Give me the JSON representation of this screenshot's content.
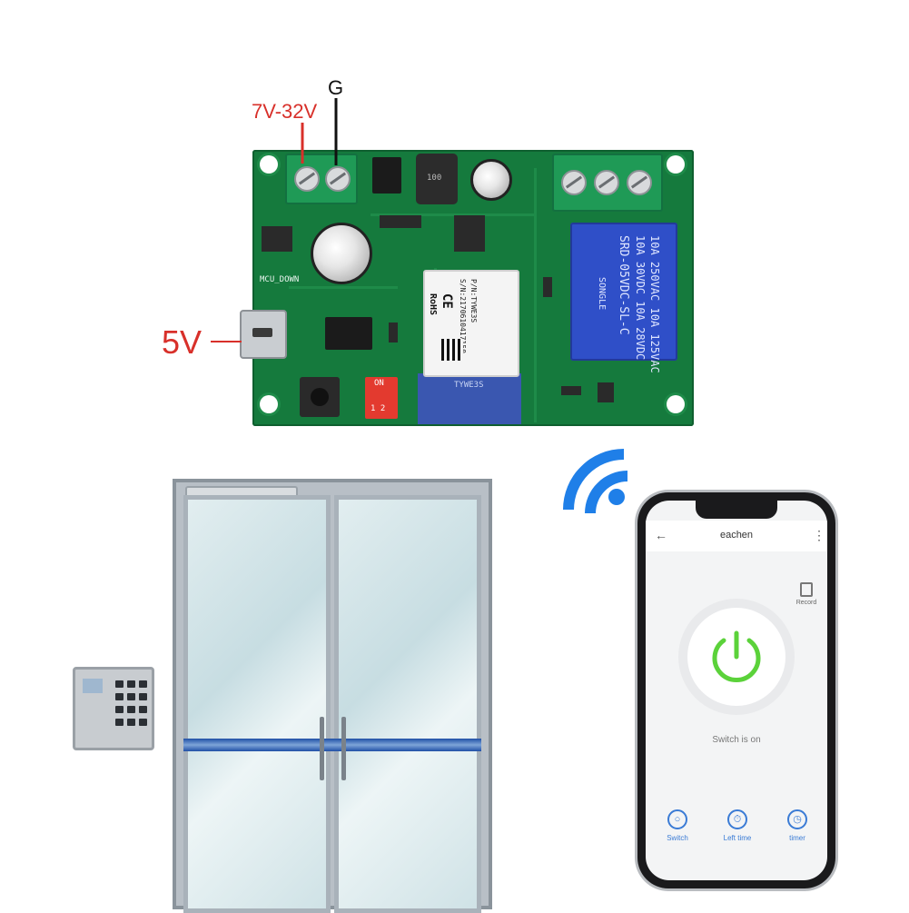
{
  "labels": {
    "input_voltage": "7V-32V",
    "ground": "G",
    "usb_voltage": "5V"
  },
  "pcb_silkscreen": {
    "mcu_down": "MCU_DOWN",
    "module_pn": "P/N:TYWE3S",
    "module_sn": "S/N:2170610417150",
    "module_ce": "CE",
    "module_rohs": "RoHS",
    "antenna_label": "TYWE3S",
    "relay_line1": "10A 250VAC 10A 125VAC",
    "relay_line2": "10A 30VDC 10A 28VDC",
    "relay_model": "SRD-05VDC-SL-C",
    "relay_brand": "SONGLE",
    "inductor": "100",
    "dip_on": "ON",
    "dip_numbers": "1 2"
  },
  "phone_app": {
    "title": "eachen",
    "back_icon": "back-arrow-icon",
    "menu_icon": "more-vertical-icon",
    "record_label": "Record",
    "status": "Switch is on",
    "tabs": [
      {
        "label": "Switch",
        "icon": "switch-icon"
      },
      {
        "label": "Left time",
        "icon": "countdown-icon"
      },
      {
        "label": "timer",
        "icon": "clock-icon"
      }
    ],
    "power_color": "#5bd23a"
  },
  "colors": {
    "pcb": "#157a3d",
    "relay": "#2f4fc8",
    "wifi": "#1f7fe8",
    "label_red": "#d8302a"
  }
}
